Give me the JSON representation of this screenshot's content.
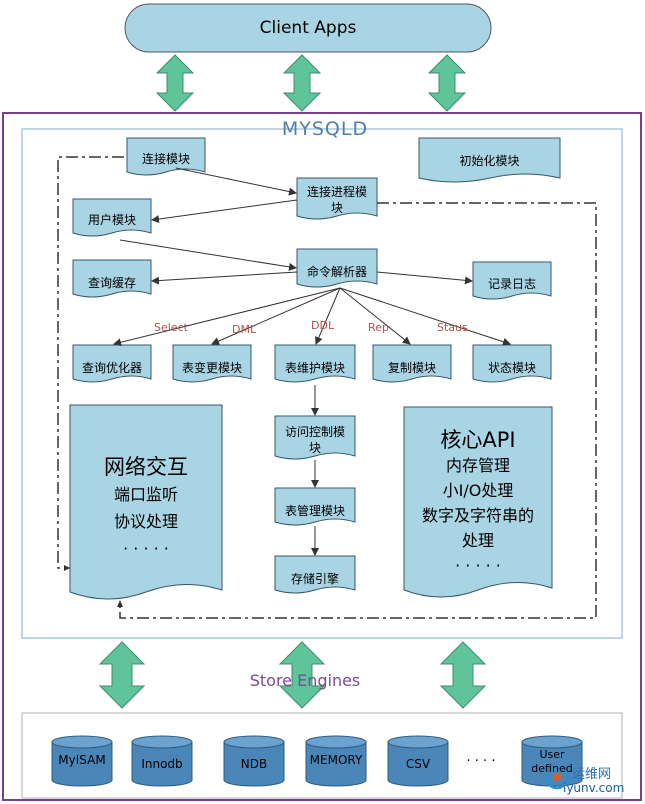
{
  "client": {
    "label": "Client Apps"
  },
  "mysqld": {
    "title": "MYSQLD"
  },
  "modules": {
    "connection": "连接模块",
    "connection_process": [
      "连接进程模",
      "块"
    ],
    "init": "初始化模块",
    "user": "用户模块",
    "query_cache": "查询缓存",
    "command_parser": "命令解析器",
    "logging": "记录日志",
    "optimizer": "查询优化器",
    "table_change": "表变更模块",
    "table_maintain": "表维护模块",
    "replication": "复制模块",
    "status": "状态模块",
    "access_control": [
      "访问控制模",
      "块"
    ],
    "table_manager": "表管理模块",
    "storage_engine": "存储引擎"
  },
  "edge_labels": {
    "select": "Select",
    "dml": "DML",
    "ddl": "DDL",
    "rep": "Rep",
    "staus": "Staus"
  },
  "network": {
    "title": "网络交互",
    "line1": "端口监听",
    "line2": "协议处理",
    "dots": "· · · · ·"
  },
  "core_api": {
    "title": "核心API",
    "line1": "内存管理",
    "line2": "小I/O处理",
    "line3": "数字及字符串的",
    "line4": "处理",
    "dots": "· · · · ·"
  },
  "store_engines": {
    "title": "Store Engines",
    "items": [
      "MyISAM",
      "Innodb",
      "NDB",
      "MEMORY",
      "CSV"
    ],
    "ellipsis": "· · · ·",
    "user_defined": [
      "User",
      "defined"
    ]
  },
  "watermark": {
    "line1": "运维网",
    "line2": "iyunv.com"
  },
  "colors": {
    "box_fill": "#a9d4e4",
    "box_stroke": "#36576b",
    "arrow_fill": "#5fc49a",
    "outer_border": "#7a3e8e",
    "inner_border": "#aac9dc"
  }
}
